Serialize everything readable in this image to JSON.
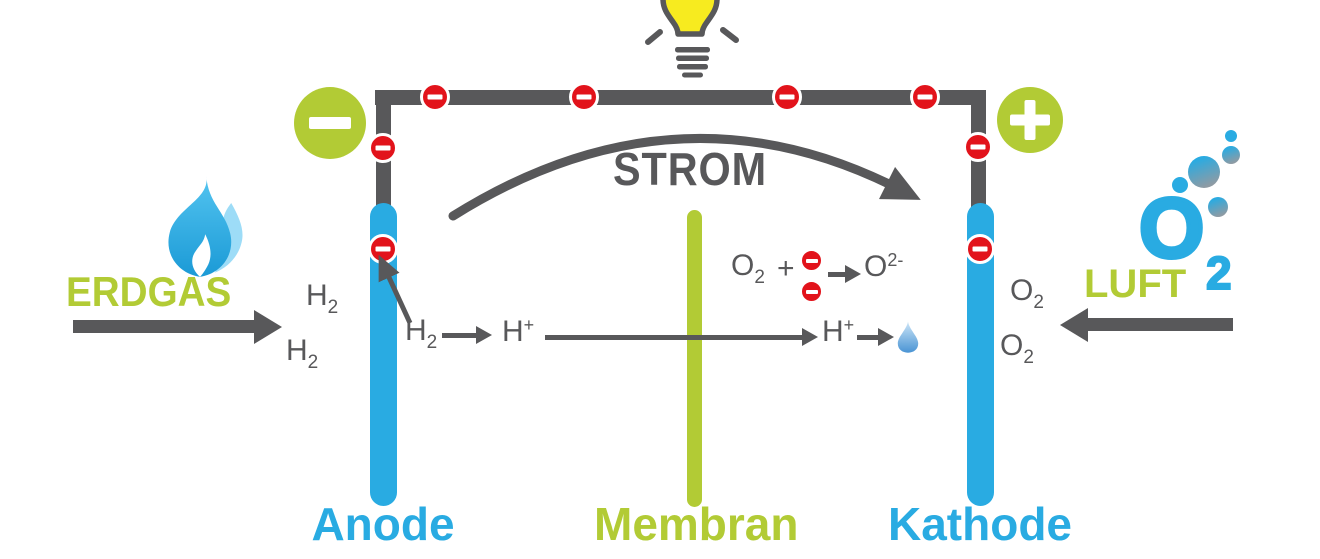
{
  "colors": {
    "accent_blue": "#29abe2",
    "accent_green": "#b2cb35",
    "wire_gray": "#58585a",
    "electron_red": "#e2131b",
    "bulb_yellow": "#f7eb1f"
  },
  "top": {
    "bulb_icon": "light-bulb-icon",
    "strom_label": "STROM",
    "minus_icon": "minus-badge-icon",
    "plus_icon": "plus-badge-icon",
    "electron_icon": "electron-icon"
  },
  "left": {
    "flame_icon": "flame-icon",
    "erdgas_label": "ERDGAS",
    "inflow_arrow_icon": "arrow-right-icon",
    "h2_top": {
      "base": "H",
      "sub": "2"
    },
    "h2_bottom": {
      "base": "H",
      "sub": "2"
    }
  },
  "anode": {
    "label": "Anode",
    "reaction": {
      "h2": {
        "base": "H",
        "sub": "2"
      },
      "hplus": {
        "base": "H",
        "sup": "+"
      }
    }
  },
  "membran": {
    "label": "Membran"
  },
  "kathode": {
    "label": "Kathode",
    "reaction_o2": {
      "o2": {
        "base": "O",
        "sub": "2"
      },
      "plus": "+",
      "result": {
        "base": "O",
        "sup": "2-"
      }
    },
    "reaction_h2o": {
      "hplus": {
        "base": "H",
        "sup": "+"
      },
      "water_icon": "water-drop-icon"
    }
  },
  "right": {
    "o2_top": {
      "base": "O",
      "sub": "2"
    },
    "o2_bottom": {
      "base": "O",
      "sub": "2"
    },
    "luft_label": "LUFT",
    "o2_logo": {
      "base": "O",
      "sub": "2"
    },
    "bubbles_icon": "bubbles-icon",
    "inflow_arrow_icon": "arrow-left-icon"
  }
}
